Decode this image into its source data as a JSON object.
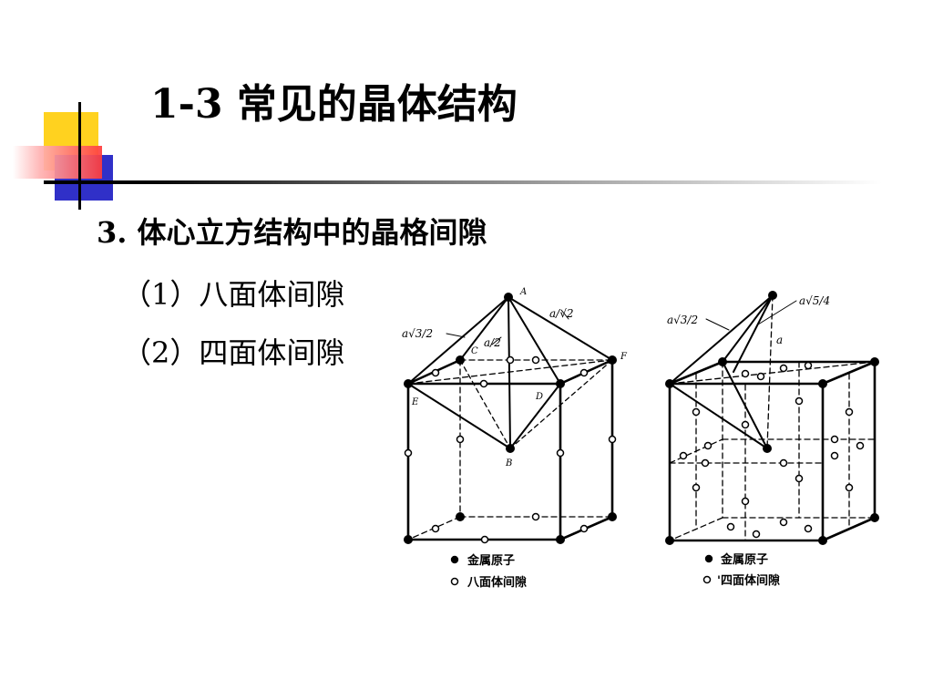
{
  "slide": {
    "title": "1-3 常见的晶体结构",
    "heading": "3. 体心立方结构中的晶格间隙",
    "items": [
      "（1）八面体间隙",
      "（2）四面体间隙"
    ]
  },
  "colors": {
    "accent_yellow": "#ffd21f",
    "accent_blue": "#3030c8",
    "accent_red": "#ff3b3b"
  },
  "figure_left": {
    "labels": {
      "A": "A",
      "B": "B",
      "C": "C",
      "D": "D",
      "E": "E",
      "F": "F",
      "dim_a_sqrt3_2": "a√3/2",
      "dim_a_2": "a/2",
      "dim_a_sqrt2": "a/√2"
    },
    "legend": {
      "atom": "金属原子",
      "void": "八面体间隙"
    }
  },
  "figure_right": {
    "labels": {
      "dim_a_sqrt3_2": "a√3/2",
      "dim_a_sqrt5_4": "a√5/4",
      "dim_a": "a"
    },
    "legend": {
      "atom": "金属原子",
      "void": "'四面体间隙"
    }
  }
}
